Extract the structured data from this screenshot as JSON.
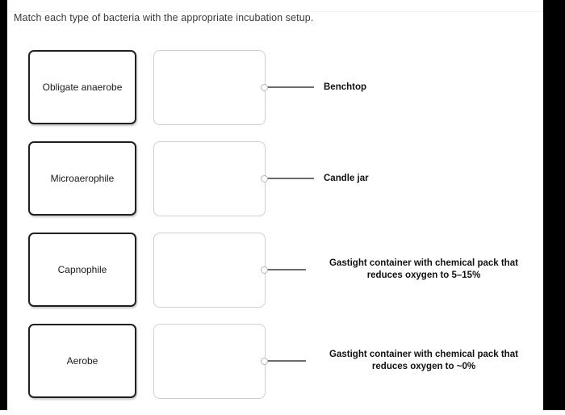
{
  "prompt": "Match each type of bacteria with the appropriate incubation setup.",
  "rows": [
    {
      "term": "Obligate anaerobe",
      "drop_zone_placeholder": "",
      "setup_label": "Benchtop",
      "setup_label_lines": [
        "Benchtop"
      ],
      "connector": "line-with-node"
    },
    {
      "term": "Microaerophile",
      "drop_zone_placeholder": "",
      "setup_label": "Candle jar",
      "setup_label_lines": [
        "Candle jar"
      ],
      "connector": "line-with-node"
    },
    {
      "term": "Capnophile",
      "drop_zone_placeholder": "",
      "setup_label": "Gastight container with chemical pack that reduces oxygen to 5–15%",
      "setup_label_lines": [
        "Gastight container with chemical pack that",
        "reduces oxygen to 5–15%"
      ],
      "connector": "line-with-node"
    },
    {
      "term": "Aerobe",
      "drop_zone_placeholder": "",
      "setup_label": "Gastight container with chemical pack that reduces oxygen to ~0%",
      "setup_label_lines": [
        "Gastight container with chemical pack that",
        "reduces oxygen to ~0%"
      ],
      "connector": "line-with-node"
    }
  ],
  "colors": {
    "term_border": "#20211f",
    "drop_border": "#cfcfcf",
    "connector_line": "#6b6b6b",
    "connector_node": "#b6b6b6",
    "text": "#111111",
    "prompt_text": "#3a3a3a",
    "edge_bar": "#000000",
    "background": "#ffffff"
  }
}
